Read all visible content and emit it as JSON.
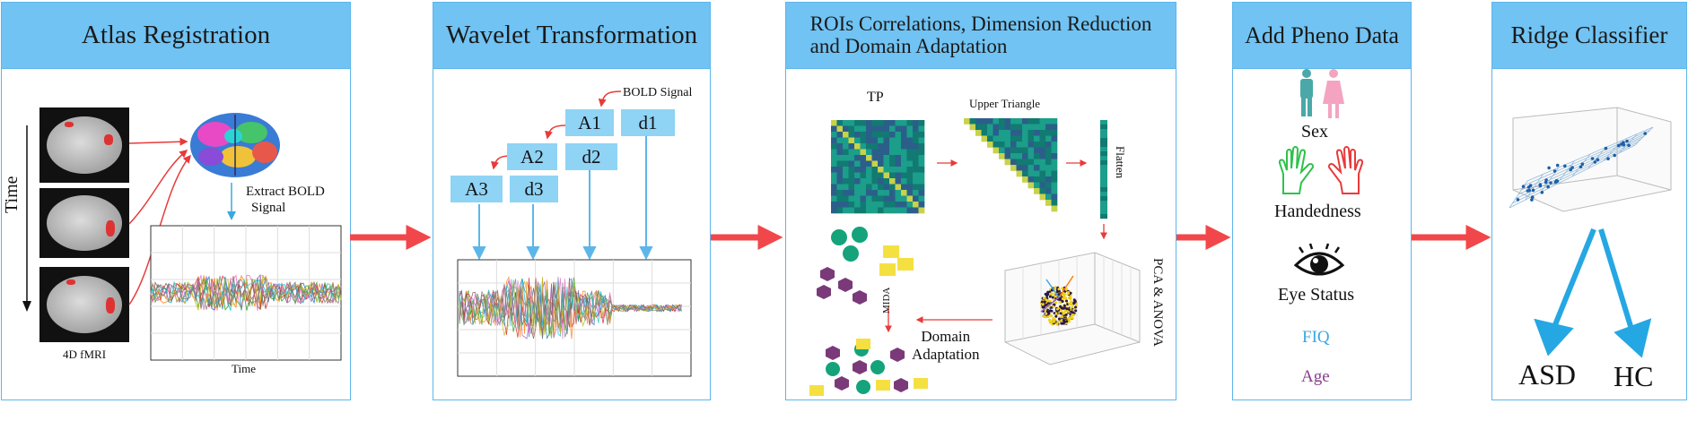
{
  "panels": [
    {
      "title": "Atlas Registration"
    },
    {
      "title": "Wavelet Transformation"
    },
    {
      "title_line1": "ROIs Correlations, Dimension Reduction",
      "title_line2": "and Domain Adaptation"
    },
    {
      "title": "Add Pheno Data"
    },
    {
      "title": "Ridge Classifier"
    }
  ],
  "atlas": {
    "time_axis": "Time",
    "extract_label_1": "Extract BOLD",
    "extract_label_2": "Signal",
    "fmri_label": "4D fMRI",
    "plot_xlabel": "Time"
  },
  "wavelet": {
    "bold_label": "BOLD Signal",
    "boxes": [
      "A1",
      "d1",
      "A2",
      "d2",
      "A3",
      "d3"
    ]
  },
  "rois": {
    "tp": "TP",
    "upper": "Upper Triangle",
    "flatten": "Flatten",
    "pca": "PCA & ANOVA",
    "mida": "MIDA",
    "domain_1": "Domain",
    "domain_2": "Adaptation"
  },
  "pheno": {
    "sex": "Sex",
    "handedness": "Handedness",
    "eye": "Eye Status",
    "fiq": "FIQ",
    "age": "Age"
  },
  "ridge": {
    "asd": "ASD",
    "hc": "HC"
  },
  "colors": {
    "header": "#70c3f3",
    "border": "#5cb6ea",
    "arrow": "#f2474a",
    "fiq": "#3aa8e0",
    "age": "#8a3d8f",
    "box": "#8fd3f5"
  }
}
